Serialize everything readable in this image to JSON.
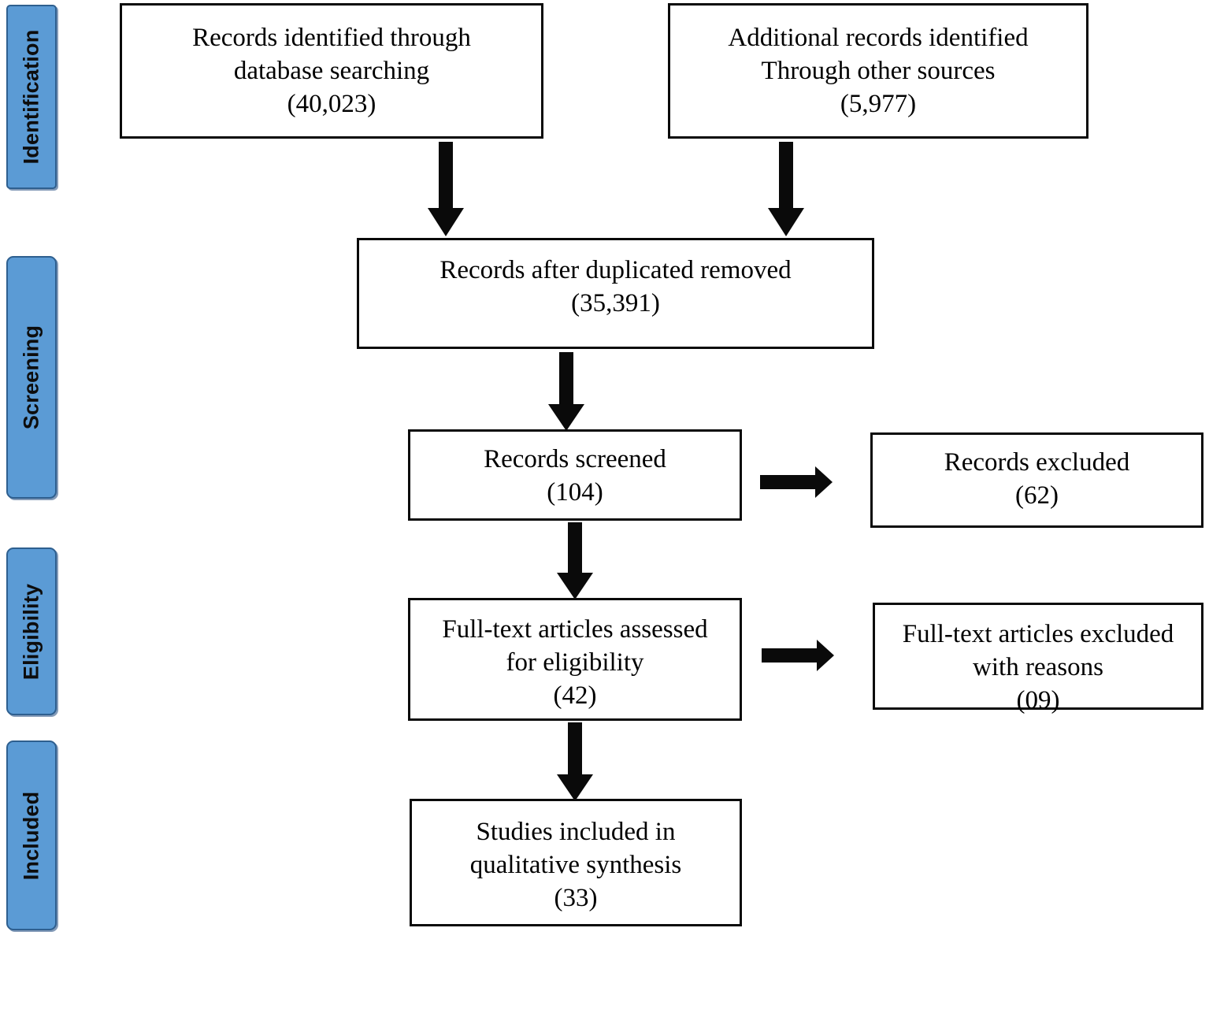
{
  "diagram": {
    "title": "PRISMA flow diagram",
    "accent_color": "#5B9BD5",
    "accent_border_color": "#2E5F8F",
    "box_border_color": "#0A0A0A",
    "background": "#FFFFFF"
  },
  "stages": [
    {
      "id": "identification",
      "label": "Identification"
    },
    {
      "id": "screening",
      "label": "Screening"
    },
    {
      "id": "eligibility",
      "label": "Eligibility"
    },
    {
      "id": "included",
      "label": "Included"
    }
  ],
  "boxes": {
    "db_search": {
      "line1": "Records identified through",
      "line2": "database searching",
      "count": "(40,023)"
    },
    "other_sources": {
      "line1": "Additional records identified",
      "line2": "Through other sources",
      "count": "(5,977)"
    },
    "dedup": {
      "line1": "Records after duplicated removed",
      "count": "(35,391)"
    },
    "screened": {
      "line1": "Records screened",
      "count": "(104)"
    },
    "records_excluded": {
      "line1": "Records excluded",
      "count": "(62)"
    },
    "fulltext_assessed": {
      "line1": "Full-text articles assessed",
      "line2": "for eligibility",
      "count": "(42)"
    },
    "fulltext_excluded": {
      "line1": "Full-text articles excluded",
      "line2": "with reasons",
      "count": "(09)"
    },
    "included_studies": {
      "line1": "Studies included in",
      "line2": "qualitative synthesis",
      "count": "(33)"
    }
  },
  "arrows": [
    {
      "id": "db-to-dedup",
      "direction": "down",
      "from": "db_search",
      "to": "dedup"
    },
    {
      "id": "src-to-dedup",
      "direction": "down",
      "from": "other_sources",
      "to": "dedup"
    },
    {
      "id": "dedup-to-scr",
      "direction": "down",
      "from": "dedup",
      "to": "screened"
    },
    {
      "id": "scr-to-ft",
      "direction": "down",
      "from": "screened",
      "to": "fulltext_assessed"
    },
    {
      "id": "ft-to-incl",
      "direction": "down",
      "from": "fulltext_assessed",
      "to": "included_studies"
    },
    {
      "id": "scr-excluded",
      "direction": "right",
      "from": "screened",
      "to": "records_excluded"
    },
    {
      "id": "ft-excluded",
      "direction": "right",
      "from": "fulltext_assessed",
      "to": "fulltext_excluded"
    }
  ],
  "chart_data": {
    "type": "diagram",
    "title": "PRISMA flow diagram",
    "nodes": [
      {
        "stage": "Identification",
        "label": "Records identified through database searching",
        "value": 40023
      },
      {
        "stage": "Identification",
        "label": "Additional records identified Through other sources",
        "value": 5977
      },
      {
        "stage": "Screening",
        "label": "Records after duplicated removed",
        "value": 35391
      },
      {
        "stage": "Screening",
        "label": "Records screened",
        "value": 104
      },
      {
        "stage": "Screening",
        "label": "Records excluded",
        "value": 62
      },
      {
        "stage": "Eligibility",
        "label": "Full-text articles assessed for eligibility",
        "value": 42
      },
      {
        "stage": "Eligibility",
        "label": "Full-text articles excluded with reasons",
        "value": 9
      },
      {
        "stage": "Included",
        "label": "Studies included in qualitative synthesis",
        "value": 33
      }
    ]
  }
}
